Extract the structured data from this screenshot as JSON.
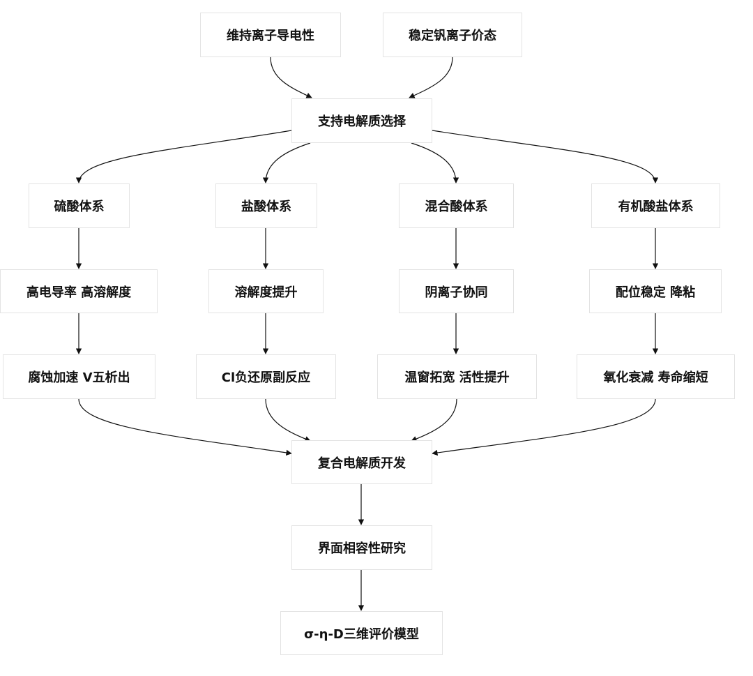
{
  "diagram": {
    "nodes": {
      "n1": "维持离子导电性",
      "n2": "稳定钒离子价态",
      "n3": "支持电解质选择",
      "n4": "硫酸体系",
      "n5": "盐酸体系",
      "n6": "混合酸体系",
      "n7": "有机酸盐体系",
      "n8": "高电导率 高溶解度",
      "n9": "溶解度提升",
      "n10": "阴离子协同",
      "n11": "配位稳定 降粘",
      "n12": "腐蚀加速 V五析出",
      "n13": "Cl负还原副反应",
      "n14": "温窗拓宽 活性提升",
      "n15": "氧化衰减 寿命缩短",
      "n16": "复合电解质开发",
      "n17": "界面相容性研究",
      "n18": "σ-η-D三维评价模型"
    },
    "edges": [
      [
        "n1",
        "n3"
      ],
      [
        "n2",
        "n3"
      ],
      [
        "n3",
        "n4"
      ],
      [
        "n3",
        "n5"
      ],
      [
        "n3",
        "n6"
      ],
      [
        "n3",
        "n7"
      ],
      [
        "n4",
        "n8"
      ],
      [
        "n5",
        "n9"
      ],
      [
        "n6",
        "n10"
      ],
      [
        "n7",
        "n11"
      ],
      [
        "n8",
        "n12"
      ],
      [
        "n9",
        "n13"
      ],
      [
        "n10",
        "n14"
      ],
      [
        "n11",
        "n15"
      ],
      [
        "n12",
        "n16"
      ],
      [
        "n13",
        "n16"
      ],
      [
        "n14",
        "n16"
      ],
      [
        "n15",
        "n16"
      ],
      [
        "n16",
        "n17"
      ],
      [
        "n17",
        "n18"
      ]
    ],
    "colors": {
      "border": "#e3e3e3",
      "edge": "#111111",
      "text": "#111111"
    }
  }
}
